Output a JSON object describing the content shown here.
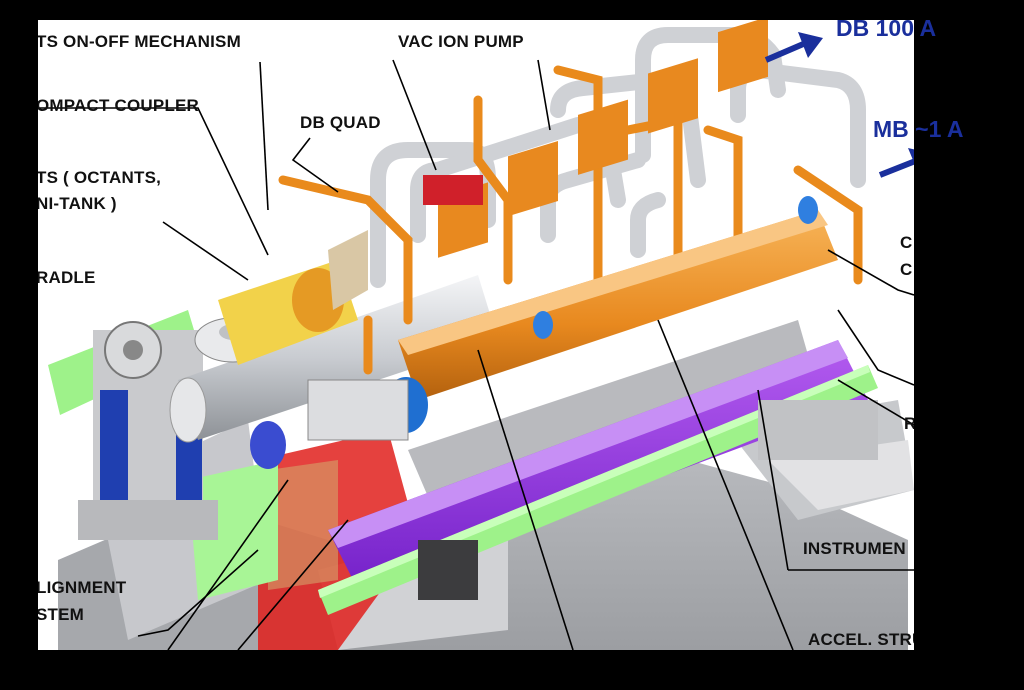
{
  "labels": {
    "on_off": "TS ON-OFF MECHANISM",
    "coupler": "OMPACT COUPLER",
    "octants_1": "TS ( OCTANTS,",
    "octants_2": "NI-TANK )",
    "cradle": "RADLE",
    "vac_ion_pump": "VAC  ION  PUMP",
    "db_quad": "DB  QUAD",
    "alignment_1": "LIGNMENT",
    "alignment_2": "STEM",
    "instrumen": "INSTRUMEN",
    "accel": "ACCEL. STRU",
    "c1": "C",
    "c2": "C",
    "r": "R"
  },
  "beams": {
    "db": "DB  100 A",
    "mb": "MB  ~1 A"
  },
  "colors": {
    "page_bg": "#000000",
    "frame_bg": "#ffffff",
    "beam_label": "#1a2f9c",
    "orange": "#e98a1c",
    "purple": "#8a2be2",
    "green": "#9ef28a",
    "pipe": "#d6d8dc",
    "red": "#e0201c"
  }
}
